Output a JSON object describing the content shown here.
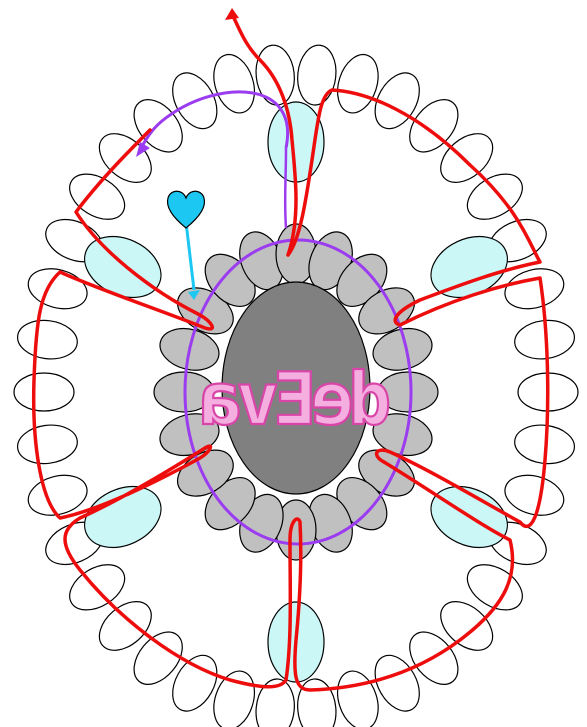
{
  "diagram": {
    "center_word": "deEva",
    "outer_ring_petal_count": 38,
    "inner_ring_petal_count": 20,
    "highlight_petal_count": 6,
    "colors": {
      "background": "#ffffff",
      "outer_petal_fill": "#ffffff",
      "highlight_petal_fill": "#ccf7f7",
      "inner_petal_fill": "#c0c0c0",
      "core_fill": "#808080",
      "purple_ring": "#9b3cf0",
      "red_path": "#ee0d0d",
      "heart": "#1cc7f2",
      "word_fill": "#f5aee0",
      "word_stroke": "#d845a8"
    },
    "icons": [
      "heart-icon",
      "arrowhead-icon"
    ]
  }
}
